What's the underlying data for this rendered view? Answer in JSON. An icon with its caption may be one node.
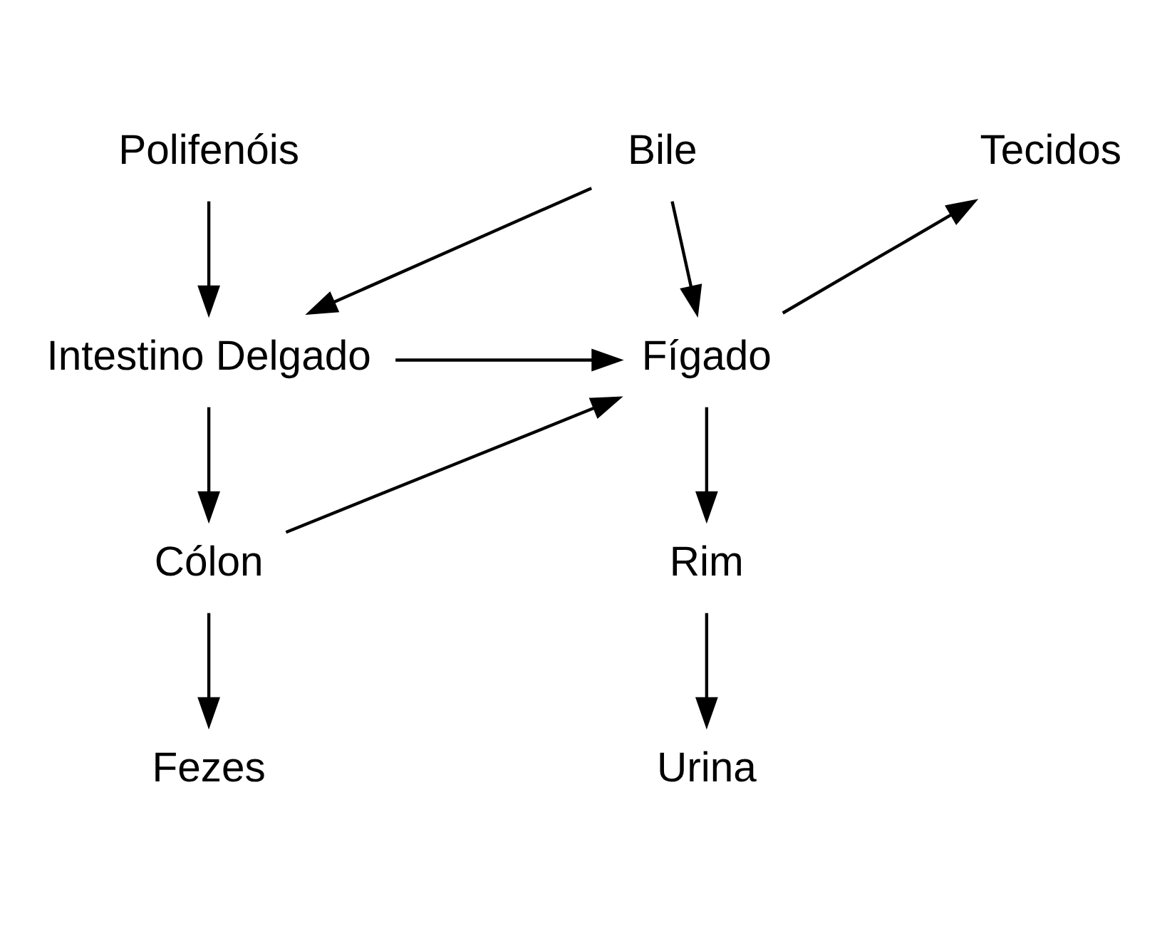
{
  "diagram": {
    "nodes": [
      {
        "text": [
          "Polifenóis"
        ]
      },
      {
        "text": [
          "Bile"
        ]
      },
      {
        "text": [
          "Intestino Delgado"
        ]
      },
      {
        "text": [
          "Fígado"
        ]
      },
      {
        "text": [
          "Tecidos"
        ]
      },
      {
        "text": [
          "Cólon"
        ]
      },
      {
        "text": [
          "Rim"
        ]
      },
      {
        "text": [
          "Fezes"
        ]
      },
      {
        "text": [
          "Urina"
        ]
      }
    ],
    "edges": [
      {
        "from": 0,
        "to": 2,
        "arrow": "to"
      },
      {
        "from": 1,
        "to": 2,
        "arrow": "to"
      },
      {
        "from": 1,
        "to": 3,
        "arrow": "to"
      },
      {
        "from": 2,
        "to": 3,
        "arrow": "to"
      },
      {
        "from": 2,
        "to": 5,
        "arrow": "to"
      },
      {
        "from": 5,
        "to": 3,
        "arrow": "to"
      },
      {
        "from": 3,
        "to": 4,
        "arrow": "to"
      },
      {
        "from": 3,
        "to": 6,
        "arrow": "to"
      },
      {
        "from": 5,
        "to": 7,
        "arrow": "to"
      },
      {
        "from": 6,
        "to": 8,
        "arrow": "to"
      }
    ]
  }
}
